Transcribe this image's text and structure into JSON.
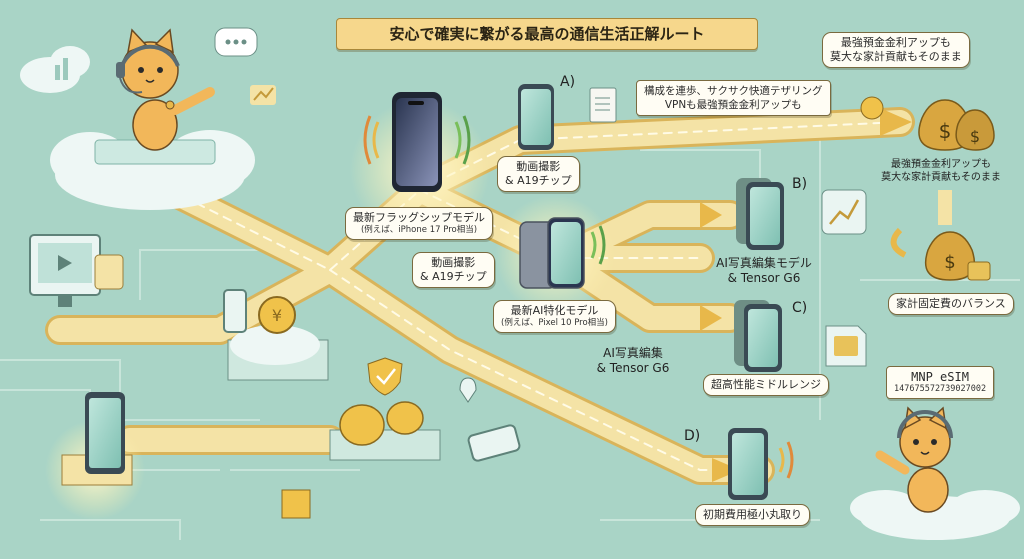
{
  "title": "安心で確実に繋がる最高の通信生活正解ルート",
  "flagship": {
    "name": "最新フラッグシップモデル",
    "example": "(例えば、iPhone 17 Pro相当)"
  },
  "flagship_feature": {
    "line1": "動画撮影",
    "line2": "& A19チップ"
  },
  "side_feature": {
    "line1": "動画撮影",
    "line2": "& A19チップ"
  },
  "ai_model": {
    "name": "最新AI特化モデル",
    "example": "(例えば、Pixel 10 Pro相当)"
  },
  "ai_feature": {
    "line1": "AI写真編集",
    "line2": "& Tensor G6"
  },
  "routes": {
    "a": {
      "label": "A)",
      "banner_line1": "構成を連歩、サクサク快適テザリング",
      "banner_line2": "VPNも最強預金金利アップも"
    },
    "b": {
      "label": "B)",
      "line1": "AI写真編集モデル",
      "line2": "& Tensor G6"
    },
    "c": {
      "label": "C)",
      "text": "超高性能ミドルレンジ"
    },
    "d": {
      "label": "D)",
      "text": "初期費用極小丸取り"
    }
  },
  "top_right": {
    "line1": "最強預金金利アップも",
    "line2": "莫大な家計貢献もそのまま"
  },
  "mid_right": {
    "line1": "最強預金金利アップも",
    "line2": "莫大な家計貢献もそのまま"
  },
  "balance": "家計固定費のバランス",
  "esim": {
    "label": "MNP eSIM",
    "number": "14767557273902700​2"
  },
  "colors": {
    "background": "#a9d4c6",
    "road": "#f4e3a6",
    "road_edge": "#d9b45a",
    "gold": "#e8b84a",
    "cat": "#f2b75a"
  },
  "icons": [
    "headset-icon",
    "chat-bubble-icon",
    "yen-coin-icon",
    "money-bag-icon",
    "shield-check-icon",
    "sim-card-icon",
    "smartphone-icon",
    "signal-waves-icon",
    "chart-icon",
    "cloud-icon",
    "monitor-icon",
    "box-icon"
  ]
}
